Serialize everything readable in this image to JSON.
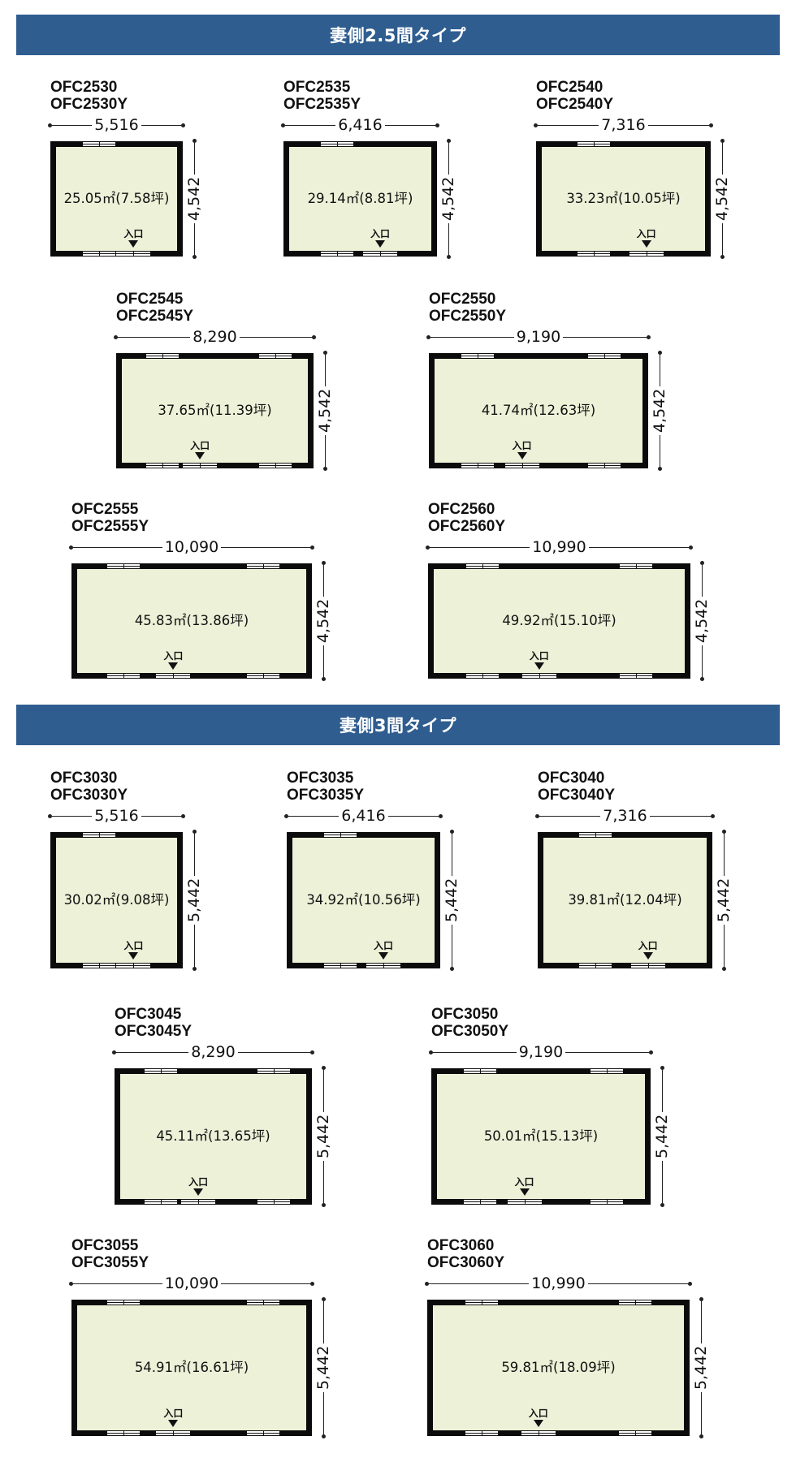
{
  "sections": [
    {
      "title": "妻側2.5間タイプ",
      "plans": [
        {
          "codes": [
            "OFC2530",
            "OFC2530Y"
          ],
          "width": "5,516",
          "depth": "4,542",
          "area": "25.05㎡(7.58坪)",
          "entry_label": "入口"
        },
        {
          "codes": [
            "OFC2535",
            "OFC2535Y"
          ],
          "width": "6,416",
          "depth": "4,542",
          "area": "29.14㎡(8.81坪)",
          "entry_label": "入口"
        },
        {
          "codes": [
            "OFC2540",
            "OFC2540Y"
          ],
          "width": "7,316",
          "depth": "4,542",
          "area": "33.23㎡(10.05坪)",
          "entry_label": "入口"
        },
        {
          "codes": [
            "OFC2545",
            "OFC2545Y"
          ],
          "width": "8,290",
          "depth": "4,542",
          "area": "37.65㎡(11.39坪)",
          "entry_label": "入口"
        },
        {
          "codes": [
            "OFC2550",
            "OFC2550Y"
          ],
          "width": "9,190",
          "depth": "4,542",
          "area": "41.74㎡(12.63坪)",
          "entry_label": "入口"
        },
        {
          "codes": [
            "OFC2555",
            "OFC2555Y"
          ],
          "width": "10,090",
          "depth": "4,542",
          "area": "45.83㎡(13.86坪)",
          "entry_label": "入口"
        },
        {
          "codes": [
            "OFC2560",
            "OFC2560Y"
          ],
          "width": "10,990",
          "depth": "4,542",
          "area": "49.92㎡(15.10坪)",
          "entry_label": "入口"
        }
      ]
    },
    {
      "title": "妻側3間タイプ",
      "plans": [
        {
          "codes": [
            "OFC3030",
            "OFC3030Y"
          ],
          "width": "5,516",
          "depth": "5,442",
          "area": "30.02㎡(9.08坪)",
          "entry_label": "入口"
        },
        {
          "codes": [
            "OFC3035",
            "OFC3035Y"
          ],
          "width": "6,416",
          "depth": "5,442",
          "area": "34.92㎡(10.56坪)",
          "entry_label": "入口"
        },
        {
          "codes": [
            "OFC3040",
            "OFC3040Y"
          ],
          "width": "7,316",
          "depth": "5,442",
          "area": "39.81㎡(12.04坪)",
          "entry_label": "入口"
        },
        {
          "codes": [
            "OFC3045",
            "OFC3045Y"
          ],
          "width": "8,290",
          "depth": "5,442",
          "area": "45.11㎡(13.65坪)",
          "entry_label": "入口"
        },
        {
          "codes": [
            "OFC3050",
            "OFC3050Y"
          ],
          "width": "9,190",
          "depth": "5,442",
          "area": "50.01㎡(15.13坪)",
          "entry_label": "入口"
        },
        {
          "codes": [
            "OFC3055",
            "OFC3055Y"
          ],
          "width": "10,090",
          "depth": "5,442",
          "area": "54.91㎡(16.61坪)",
          "entry_label": "入口"
        },
        {
          "codes": [
            "OFC3060",
            "OFC3060Y"
          ],
          "width": "10,990",
          "depth": "5,442",
          "area": "59.81㎡(18.09坪)",
          "entry_label": "入口"
        }
      ]
    }
  ]
}
